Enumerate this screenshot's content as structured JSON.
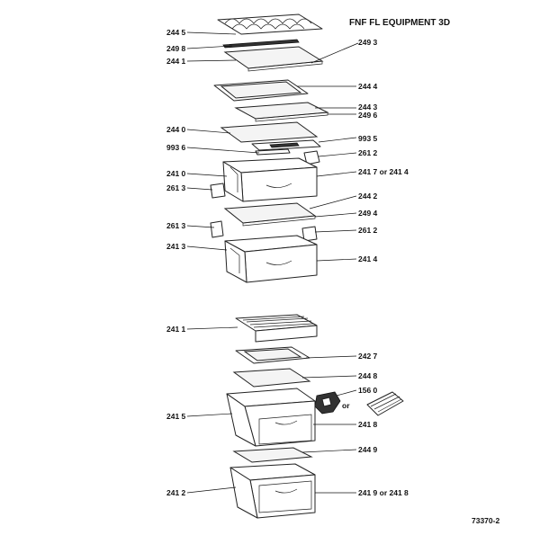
{
  "title": "FNF FL EQUIPMENT 3D",
  "drawing_number": "73370-2",
  "callouts": [
    {
      "id": "c2445",
      "label": "244 5"
    },
    {
      "id": "c2498",
      "label": "249 8"
    },
    {
      "id": "c2493",
      "label": "249 3"
    },
    {
      "id": "c2441",
      "label": "244 1"
    },
    {
      "id": "c2444",
      "label": "244 4"
    },
    {
      "id": "c2443",
      "label": "244 3"
    },
    {
      "id": "c2496",
      "label": "249 6"
    },
    {
      "id": "c2440",
      "label": "244 0"
    },
    {
      "id": "c9936",
      "label": "993 6"
    },
    {
      "id": "c9935",
      "label": "993 5"
    },
    {
      "id": "c2612a",
      "label": "261 2"
    },
    {
      "id": "c2410",
      "label": "241 0"
    },
    {
      "id": "c2417",
      "label": "241 7 or 241 4"
    },
    {
      "id": "c2613a",
      "label": "261 3"
    },
    {
      "id": "c2442",
      "label": "244 2"
    },
    {
      "id": "c2494",
      "label": "249 4"
    },
    {
      "id": "c2613b",
      "label": "261 3"
    },
    {
      "id": "c2612b",
      "label": "261 2"
    },
    {
      "id": "c2413",
      "label": "241 3"
    },
    {
      "id": "c2414",
      "label": "241 4"
    },
    {
      "id": "c2411",
      "label": "241 1"
    },
    {
      "id": "c2427",
      "label": "242 7"
    },
    {
      "id": "c2448",
      "label": "244 8"
    },
    {
      "id": "c1560",
      "label": "156 0"
    },
    {
      "id": "cor",
      "label": "or"
    },
    {
      "id": "c2415",
      "label": "241 5"
    },
    {
      "id": "c2418",
      "label": "241 8"
    },
    {
      "id": "c2449",
      "label": "244 9"
    },
    {
      "id": "c2412",
      "label": "241 2"
    },
    {
      "id": "c2419",
      "label": "241 9 or 241 8"
    }
  ]
}
